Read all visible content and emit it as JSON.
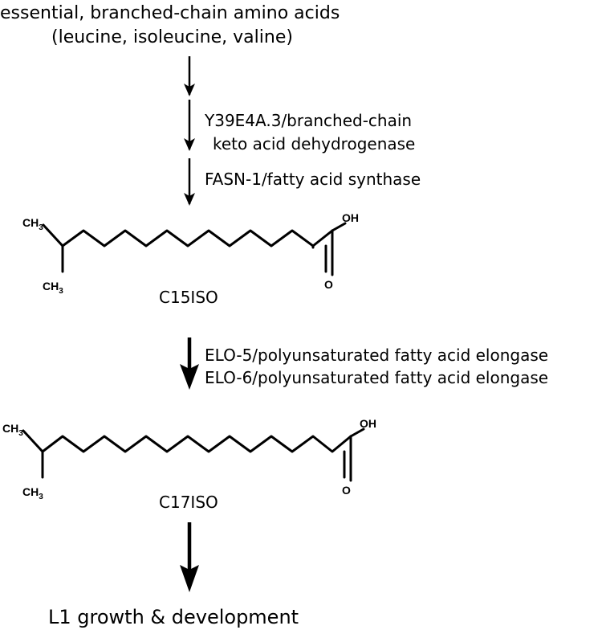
{
  "source": {
    "line1": "essential, branched-chain amino acids",
    "line2": "(leucine, isoleucine, valine)"
  },
  "enzymes": {
    "bckdh_line1": "Y39E4A.3/branched-chain",
    "bckdh_line2": "keto acid dehydrogenase",
    "fasn": "FASN-1/fatty acid synthase",
    "elo5": "ELO-5/polyunsaturated fatty acid elongase",
    "elo6": "ELO-6/polyunsaturated fatty acid elongase"
  },
  "molecules": {
    "c15": {
      "name": "C15ISO",
      "methyl_top": "CH",
      "methyl_bottom": "CH",
      "methyl_sub": "3",
      "hydroxyl": "OH",
      "carbonyl": "O"
    },
    "c17": {
      "name": "C17ISO",
      "methyl_top": "CH",
      "methyl_bottom": "CH",
      "methyl_sub": "3",
      "hydroxyl": "OH",
      "carbonyl": "O"
    }
  },
  "outcome": "L1 growth & development"
}
